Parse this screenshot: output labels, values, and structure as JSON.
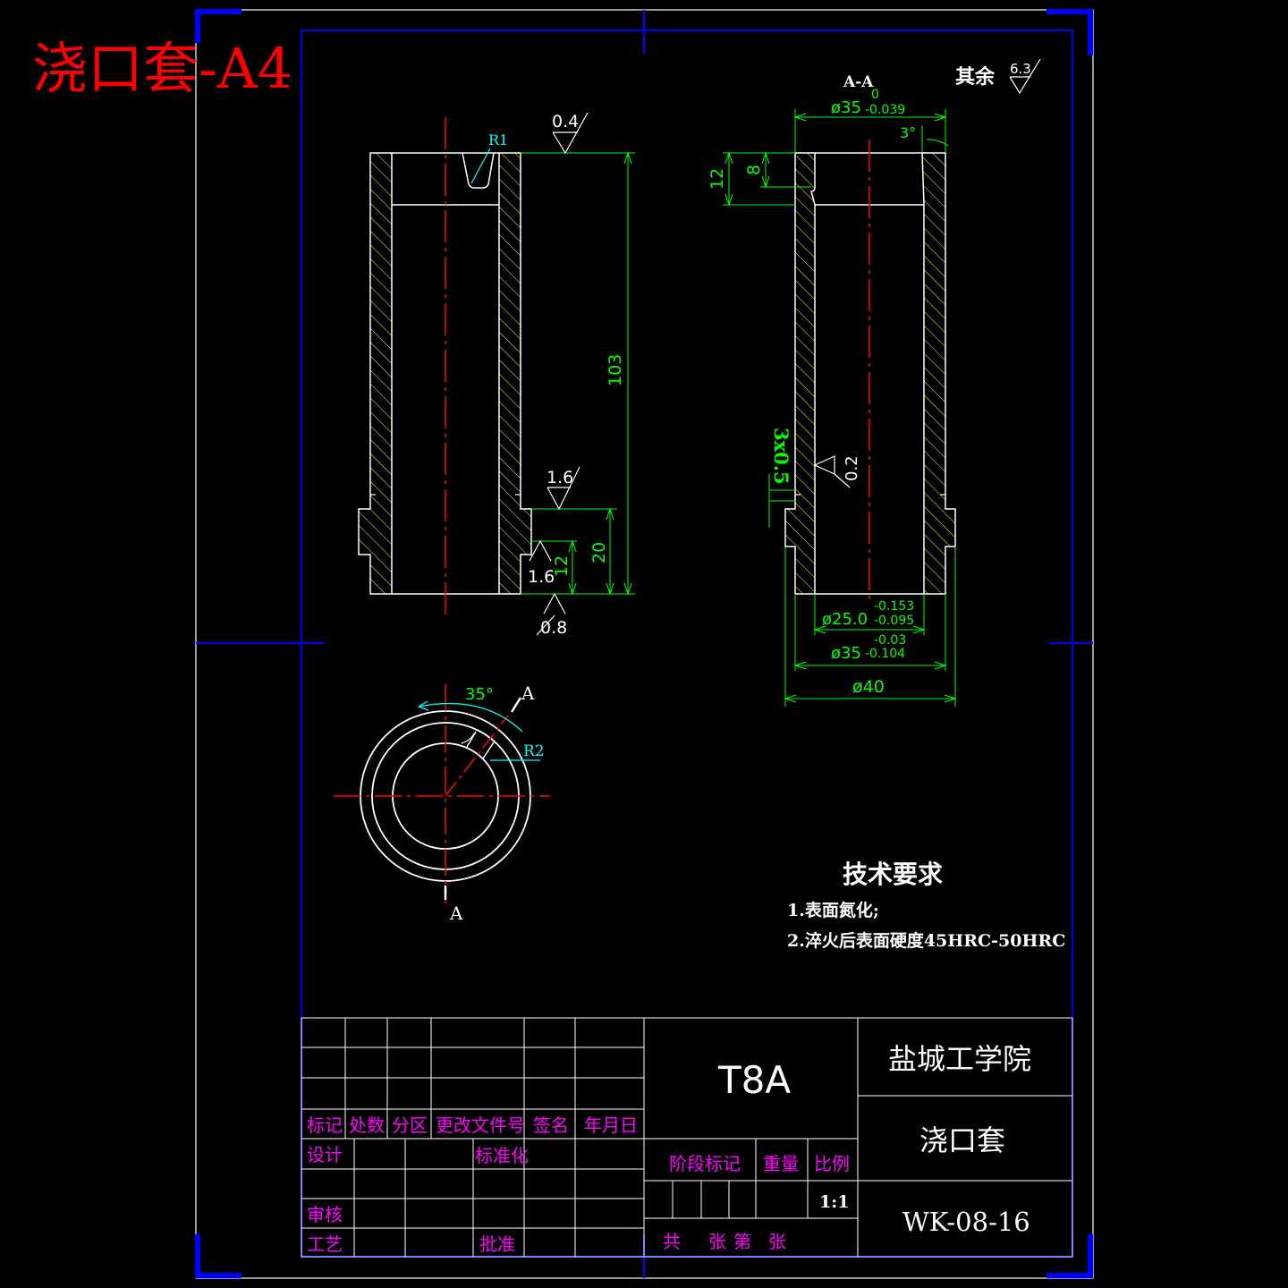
{
  "sheet": {
    "title": "浇口套-A4",
    "colors": {
      "frame": "#0000ff",
      "outline": "#ffffff",
      "center": "#ff0000",
      "hatch": "#ffff00",
      "dim": "#00ff00",
      "leader": "#00ffff",
      "label": "#ff00ff",
      "title_red": "#ff0000"
    }
  },
  "front_view": {
    "r1": "R1",
    "rough_top": "0.4",
    "rough_mid": "1.6",
    "rough_low": "1.6",
    "rough_bottom": "0.8",
    "dim_103": "103",
    "dim_20": "20",
    "dim_12": "12"
  },
  "section_view": {
    "label": "A-A",
    "other_finish": "其余",
    "other_finish_value": "6.3",
    "dia35_top": "ø35",
    "dia35_top_tol_upper": "0",
    "dia35_top_tol_lower": "-0.039",
    "angle": "3°",
    "dim_12": "12",
    "dim_8": "8",
    "chamfer": "3x0.5",
    "rough_inner": "0.2",
    "dia25": "ø25.0",
    "dia25_tol_upper": "-0.153",
    "dia25_tol_lower": "-0.095",
    "dia35_bot": "ø35",
    "dia35_bot_tol_upper": "-0.03",
    "dia35_bot_tol_lower": "-0.104",
    "dia40": "ø40"
  },
  "top_view": {
    "angle": "35°",
    "r2": "R2",
    "section_a_top": "A",
    "section_a_bottom": "A"
  },
  "tech_requirements": {
    "heading": "技术要求",
    "items": [
      "1.表面氮化;",
      "2.淬火后表面硬度45HRC-50HRC"
    ]
  },
  "title_block": {
    "material": "T8A",
    "school": "盐城工学院",
    "part_name": "浇口套",
    "drawing_no": "WK-08-16",
    "rev_headers": [
      "标记",
      "处数",
      "分区",
      "更改文件号",
      "签名",
      "年月日"
    ],
    "design": "设计",
    "standardize": "标准化",
    "review": "审核",
    "process": "工艺",
    "approve": "批准",
    "stage_mark": "阶段标记",
    "weight": "重量",
    "scale_label": "比例",
    "scale_value": "1:1",
    "sheets_total": "共",
    "sheets_unit": "张",
    "sheets_nth": "第",
    "sheets_unit2": "张"
  }
}
